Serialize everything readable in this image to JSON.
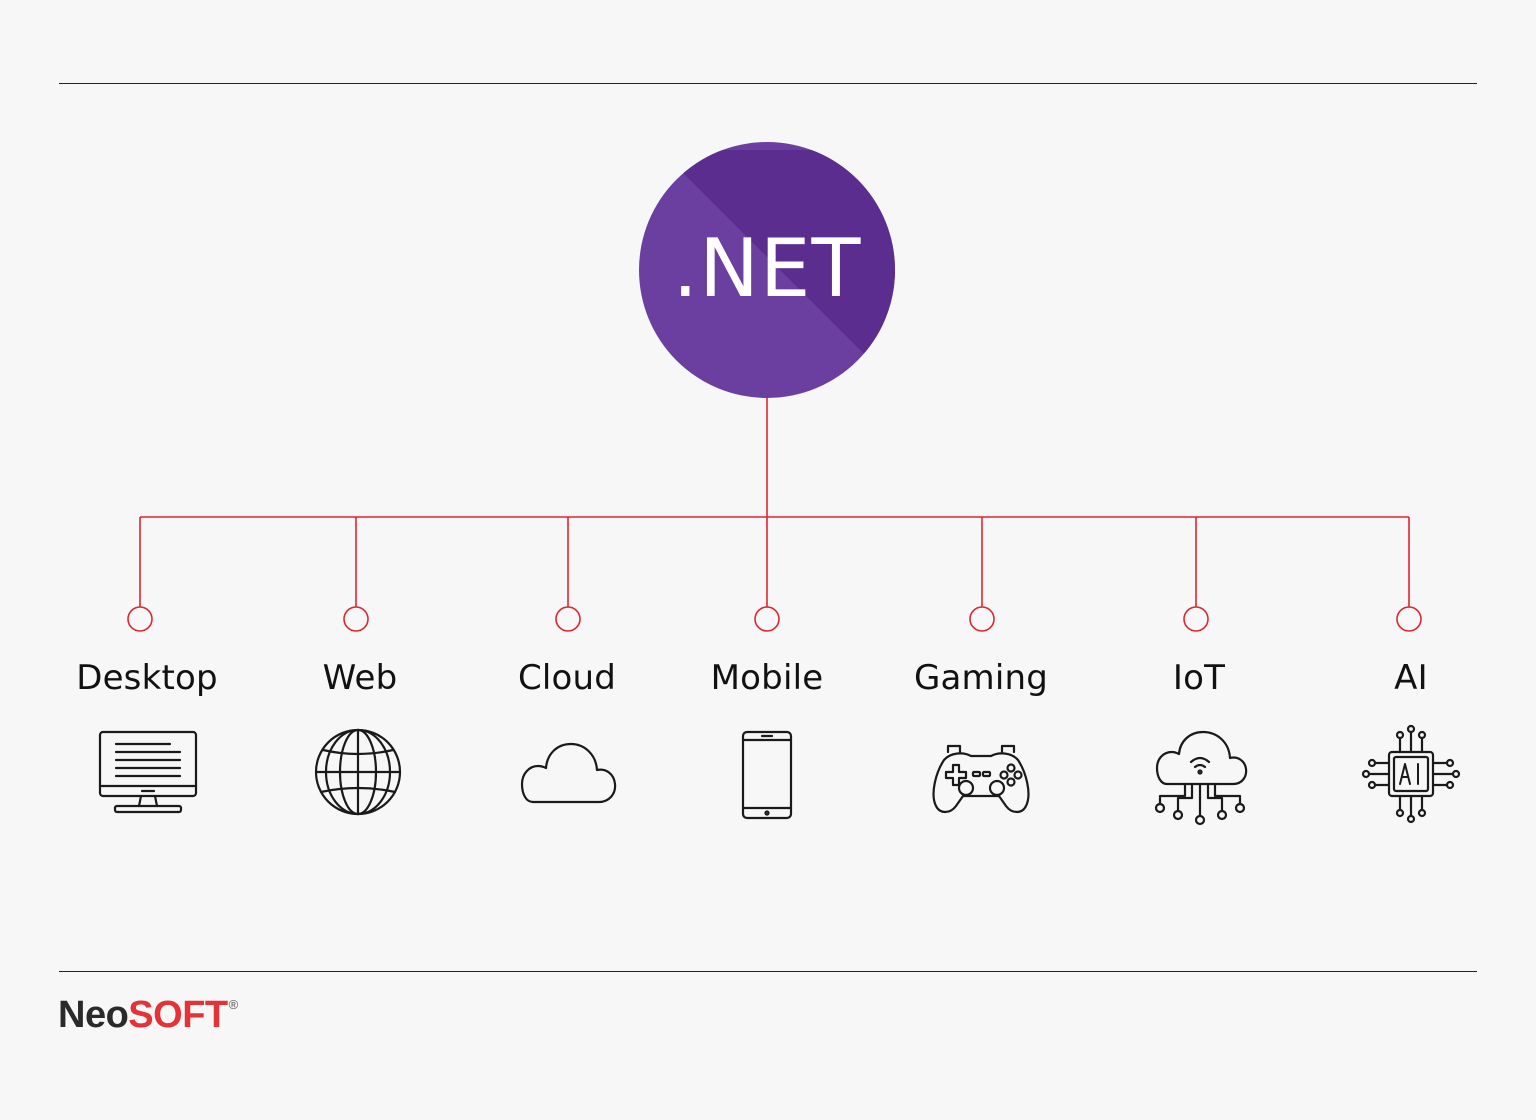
{
  "hub": {
    "label": ".NET",
    "color_main": "#6a3fa0",
    "color_shade": "#5a2d8e"
  },
  "connector_color": "#e0252f",
  "branches": [
    {
      "label": "Desktop",
      "icon": "desktop-monitor-icon"
    },
    {
      "label": "Web",
      "icon": "globe-icon"
    },
    {
      "label": "Cloud",
      "icon": "cloud-icon"
    },
    {
      "label": "Mobile",
      "icon": "smartphone-icon"
    },
    {
      "label": "Gaming",
      "icon": "gamepad-icon"
    },
    {
      "label": "IoT",
      "icon": "iot-cloud-icon"
    },
    {
      "label": "AI",
      "icon": "ai-chip-icon"
    }
  ],
  "logo": {
    "neo": "Neo",
    "soft": "SOFT",
    "mark": "®"
  }
}
